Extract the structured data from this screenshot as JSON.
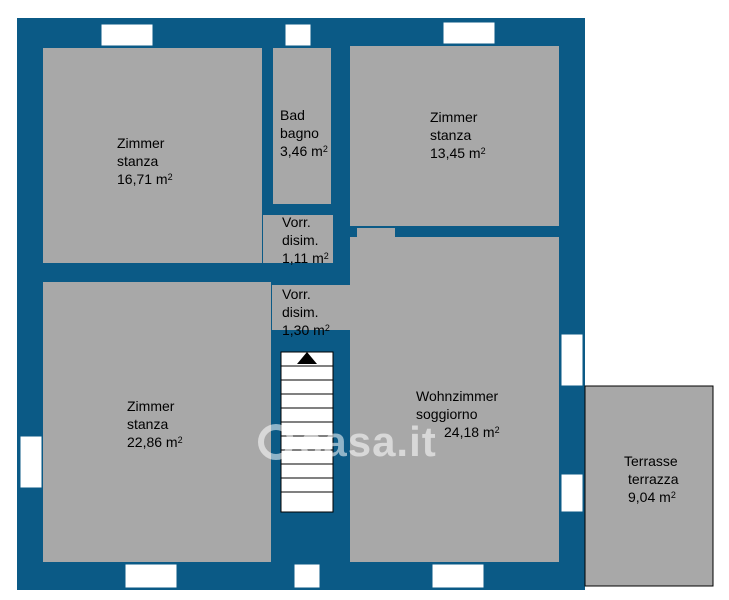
{
  "rooms": [
    {
      "id": "zimmer-top-left",
      "line1": "Zimmer",
      "line2": "stanza",
      "area": "16,71 m",
      "unit": "2"
    },
    {
      "id": "bad",
      "line1": "Bad",
      "line2": "bagno",
      "area": "3,46 m",
      "unit": "2"
    },
    {
      "id": "zimmer-top-right",
      "line1": "Zimmer",
      "line2": "stanza",
      "area": "13,45 m",
      "unit": "2"
    },
    {
      "id": "vorr-1",
      "line1": "Vorr.",
      "line2": "disim.",
      "area": "1,11 m",
      "unit": "2"
    },
    {
      "id": "vorr-2",
      "line1": "Vorr.",
      "line2": "disim.",
      "area": "1,30 m",
      "unit": "2"
    },
    {
      "id": "zimmer-bottom-left",
      "line1": "Zimmer",
      "line2": "stanza",
      "area": "22,86 m",
      "unit": "2"
    },
    {
      "id": "wohnzimmer",
      "line1": "Wohnzimmer",
      "line2": "soggiorno",
      "area": "24,18 m",
      "unit": "2"
    },
    {
      "id": "terrasse",
      "line1": "Terrasse",
      "line2": "terrazza",
      "area": "9,04 m",
      "unit": "2"
    }
  ],
  "watermark": {
    "text": "casa.it"
  },
  "colors": {
    "wall": "#0b5a86",
    "room": "#a8a8a8",
    "window": "#ffffff",
    "terrace_border": "#000000"
  }
}
